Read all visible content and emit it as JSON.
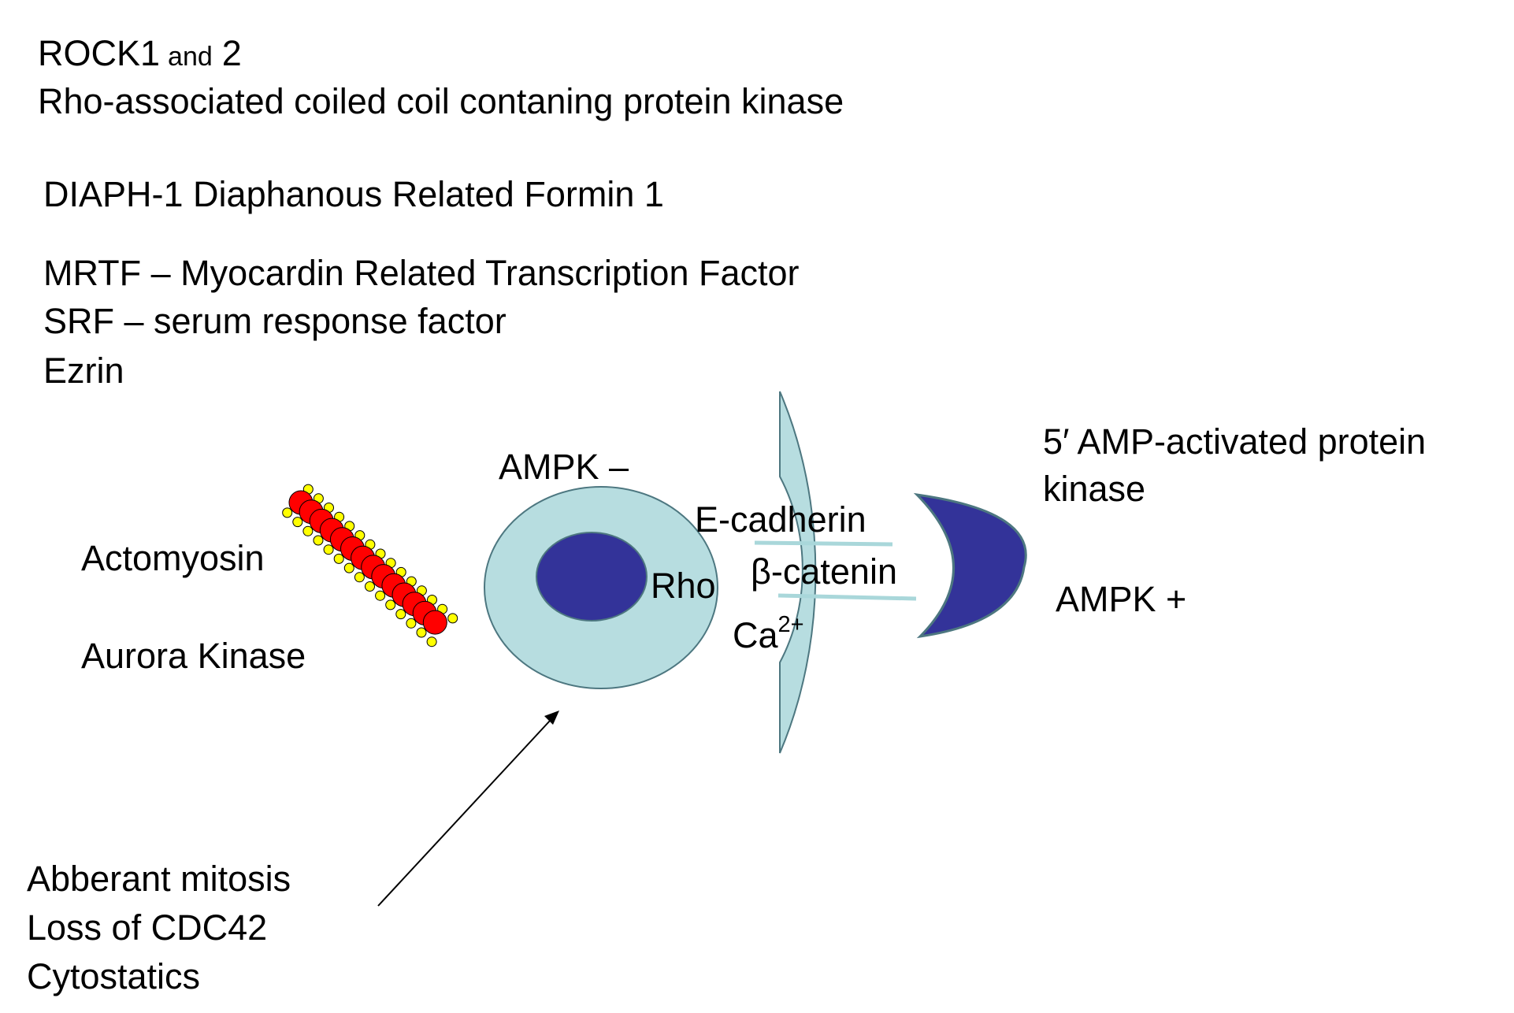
{
  "top_text": {
    "rock_prefix": "ROCK1",
    "rock_and": "and",
    "rock_suffix": "2",
    "rock_desc": "Rho-associated coiled coil contaning protein kinase",
    "diaph": "DIAPH-1 Diaphanous Related Formin 1",
    "mrtf": "MRTF – Myocardin Related Transcription Factor",
    "srf": "SRF – serum response factor",
    "ezrin": "Ezrin"
  },
  "left_labels": {
    "actomyosin": "Actomyosin",
    "aurora": "Aurora Kinase"
  },
  "cell_labels": {
    "ampk_minus": "AMPK –",
    "rho": "Rho",
    "e_cadherin": "E-cadherin",
    "beta_catenin": "β-catenin",
    "ca_base": "Ca",
    "ca_sup": "2+",
    "ampk_plus": "AMPK +",
    "ampk_full_line1": "5′ AMP-activated protein",
    "ampk_full_line2": "kinase"
  },
  "bottom_text": {
    "line1": "Abberant mitosis",
    "line2": "Loss of CDC42",
    "line3": "Cytostatics"
  },
  "colors": {
    "cell_fill": "#b7dde0",
    "cell_stroke": "#4d7780",
    "nucleus_fill": "#333399",
    "bead_red": "#ff0000",
    "bead_yellow": "#ffff00",
    "junction_line": "#a9d7da"
  }
}
